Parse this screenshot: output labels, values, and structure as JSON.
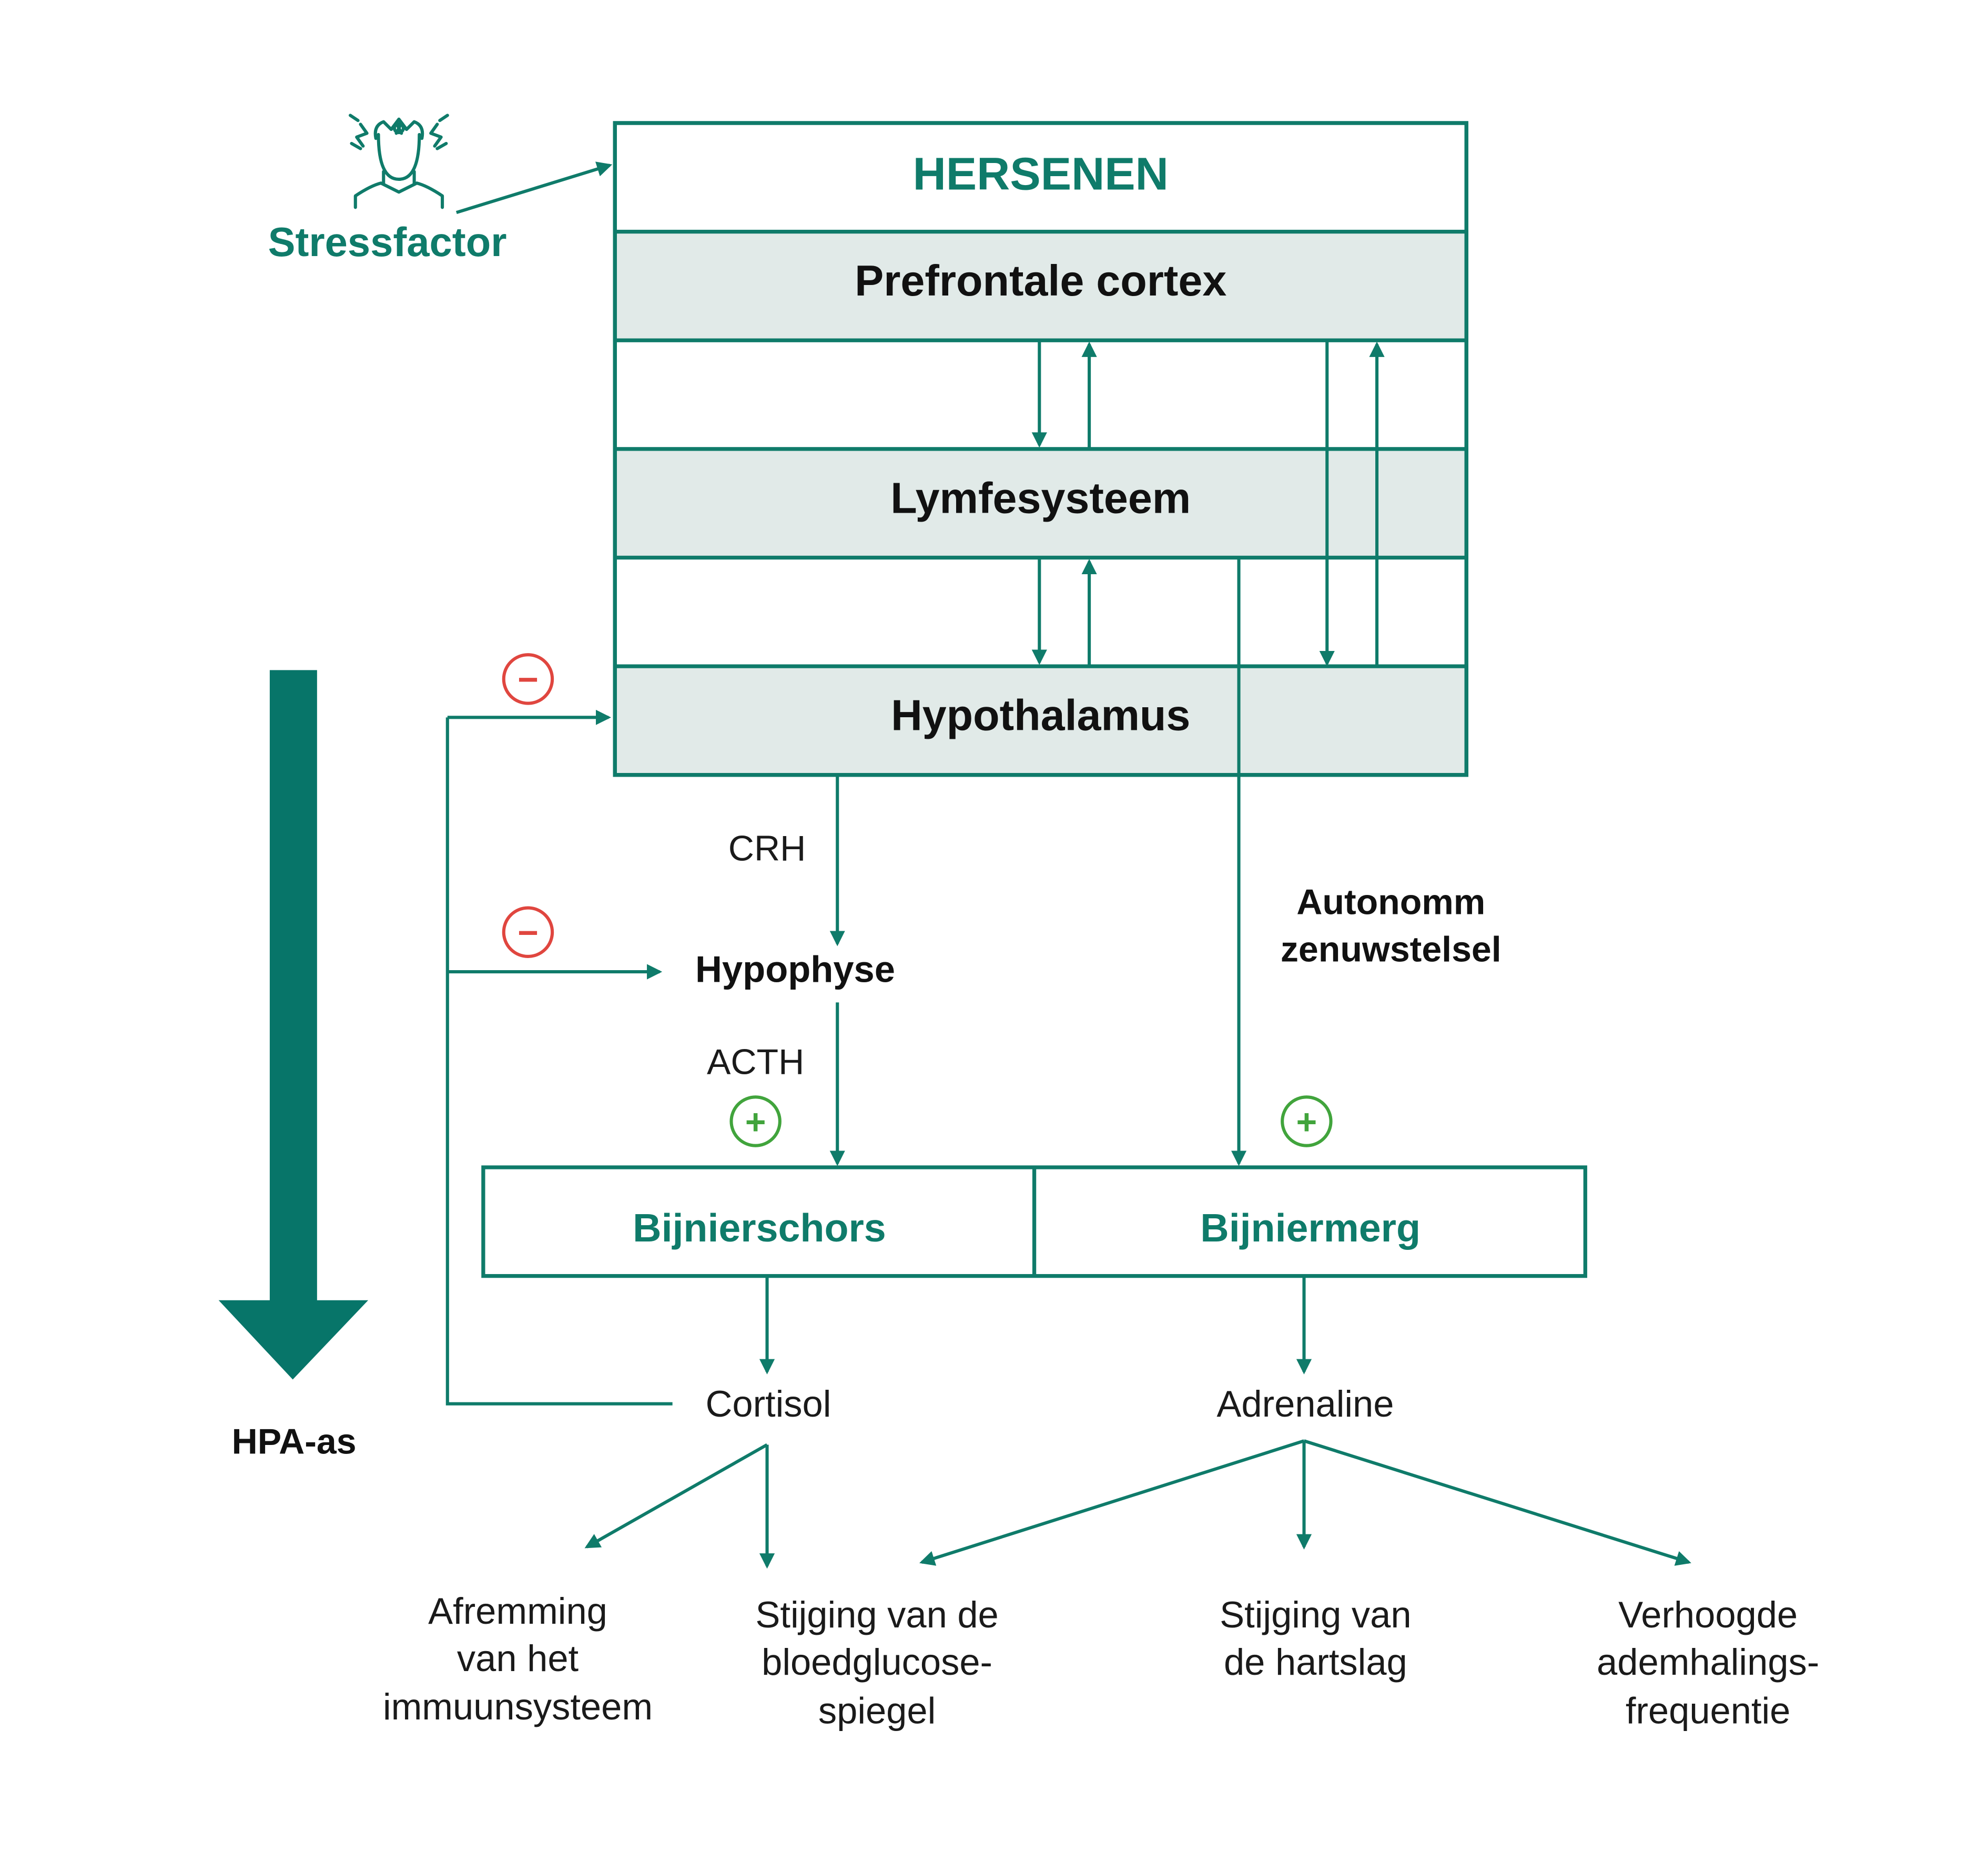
{
  "colors": {
    "teal": "#0f7b6a",
    "big_arrow": "#077569",
    "light_fill": "#e1eae8",
    "minus": "#e0463f",
    "plus": "#41a43c",
    "text_dark": "#111111"
  },
  "stressfactor": {
    "label": "Stressfactor",
    "icon": "stressed-person-icon"
  },
  "brain": {
    "title": "HERSENEN",
    "prefrontal": "Prefrontale cortex",
    "lymph": "Lymfesysteem",
    "hypothalamus": "Hypothalamus"
  },
  "signals": {
    "crh": "CRH",
    "hypophyse": "Hypophyse",
    "acth": "ACTH",
    "autonomic_line1": "Autonomm",
    "autonomic_line2": "zenuwstelsel"
  },
  "badges": {
    "minus": "−",
    "plus": "+"
  },
  "adrenal": {
    "cortex": "Bijnierschors",
    "medulla": "Bijniermerg"
  },
  "hormones": {
    "cortisol": "Cortisol",
    "adrenaline": "Adrenaline"
  },
  "effects": {
    "immune": [
      "Afremming",
      "van het",
      "immuunsysteem"
    ],
    "glucose": [
      "Stijging van de",
      "bloedglucose-",
      "spiegel"
    ],
    "heart": [
      "Stijging van",
      "de hartslag"
    ],
    "breathing": [
      "Verhoogde",
      "ademhalings-",
      "frequentie"
    ]
  },
  "axis": {
    "label": "HPA-as"
  }
}
